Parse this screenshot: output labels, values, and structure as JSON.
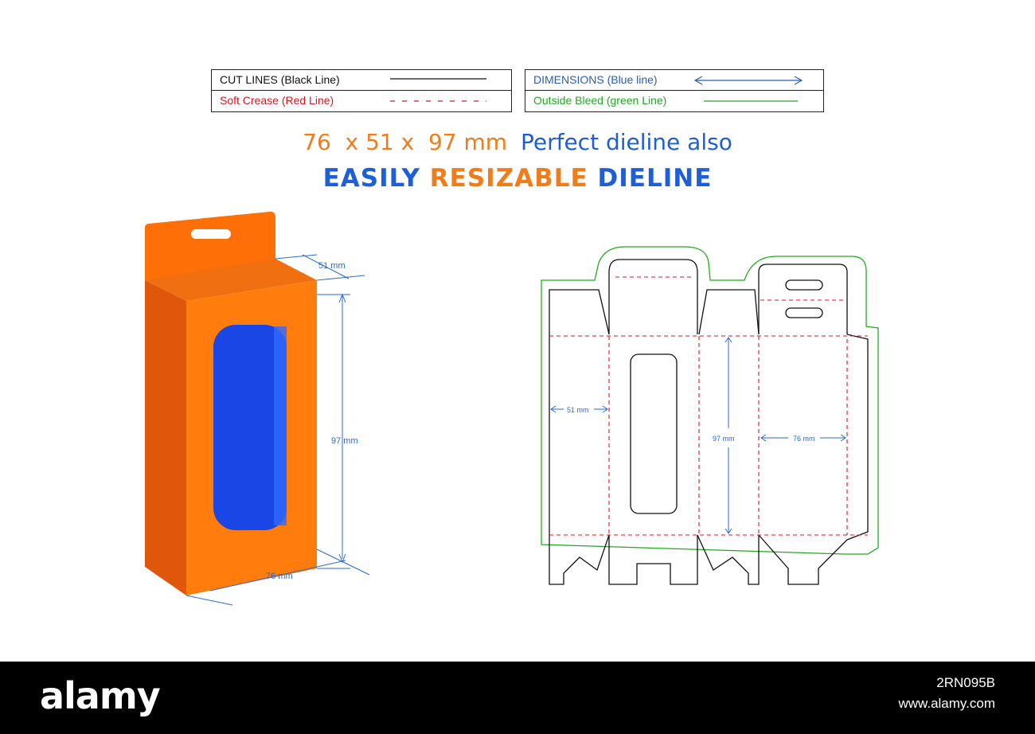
{
  "legend": {
    "left": [
      {
        "label": "CUT LINES (Black Line)",
        "color": "#111111",
        "style": "solid"
      },
      {
        "label": "Soft Crease (Red Line)",
        "color": "#e0161d",
        "style": "dashed"
      }
    ],
    "right": [
      {
        "label": "DIMENSIONS (Blue line)",
        "color": "#2a5db0",
        "style": "double-arrow"
      },
      {
        "label": "Outside Bleed (green Line)",
        "color": "#1faa1f",
        "style": "solid"
      }
    ]
  },
  "headline": {
    "size_text": "76  x 51 x  97 mm",
    "tagline": "Perfect dieline also",
    "word1": "EASILY",
    "word2": "RESIZABLE",
    "word3": "DIELINE"
  },
  "box_3d": {
    "width_label": "51 mm",
    "height_label": "97 mm",
    "depth_label": "76 mm",
    "colors": {
      "front": "#ff7c0d",
      "side": "#e85a05",
      "top": "#f06f10",
      "window": "#1a46e6"
    }
  },
  "dieline": {
    "width_label": "51 mm",
    "height_label": "97 mm",
    "depth_label": "76 mm"
  },
  "footer": {
    "brand": "alamy",
    "image_id": "2RN095B",
    "site": "www.alamy.com"
  }
}
